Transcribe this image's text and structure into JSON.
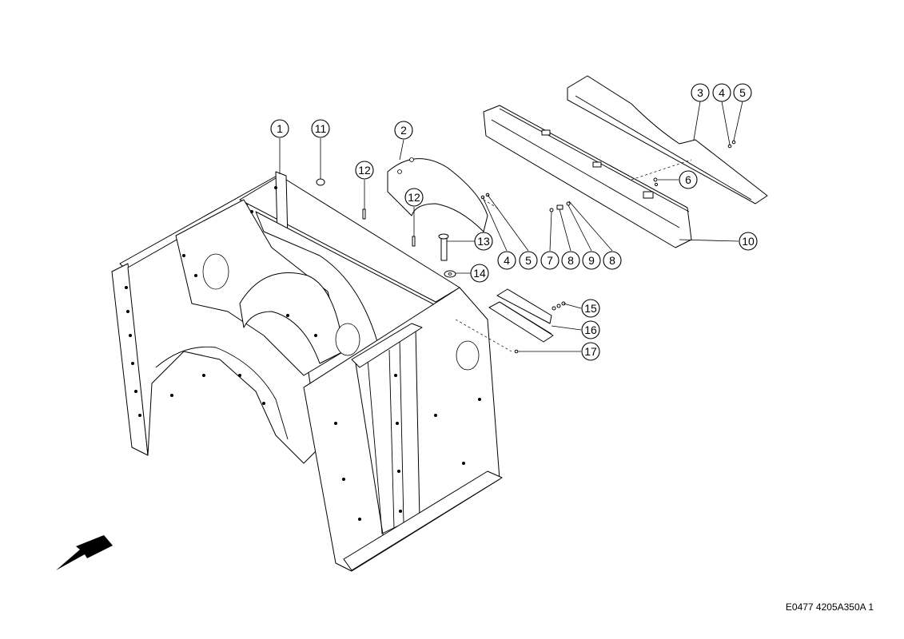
{
  "drawing": {
    "code": "E0477 4205A350A 1"
  },
  "callouts": [
    {
      "label": "1"
    },
    {
      "label": "11"
    },
    {
      "label": "12"
    },
    {
      "label": "2"
    },
    {
      "label": "12"
    },
    {
      "label": "13"
    },
    {
      "label": "14"
    },
    {
      "label": "4"
    },
    {
      "label": "5"
    },
    {
      "label": "7"
    },
    {
      "label": "8"
    },
    {
      "label": "9"
    },
    {
      "label": "8"
    },
    {
      "label": "10"
    },
    {
      "label": "3"
    },
    {
      "label": "4"
    },
    {
      "label": "5"
    },
    {
      "label": "6"
    },
    {
      "label": "15"
    },
    {
      "label": "16"
    },
    {
      "label": "17"
    }
  ],
  "icons": {
    "direction_arrow": "arrow-down-left-icon"
  }
}
